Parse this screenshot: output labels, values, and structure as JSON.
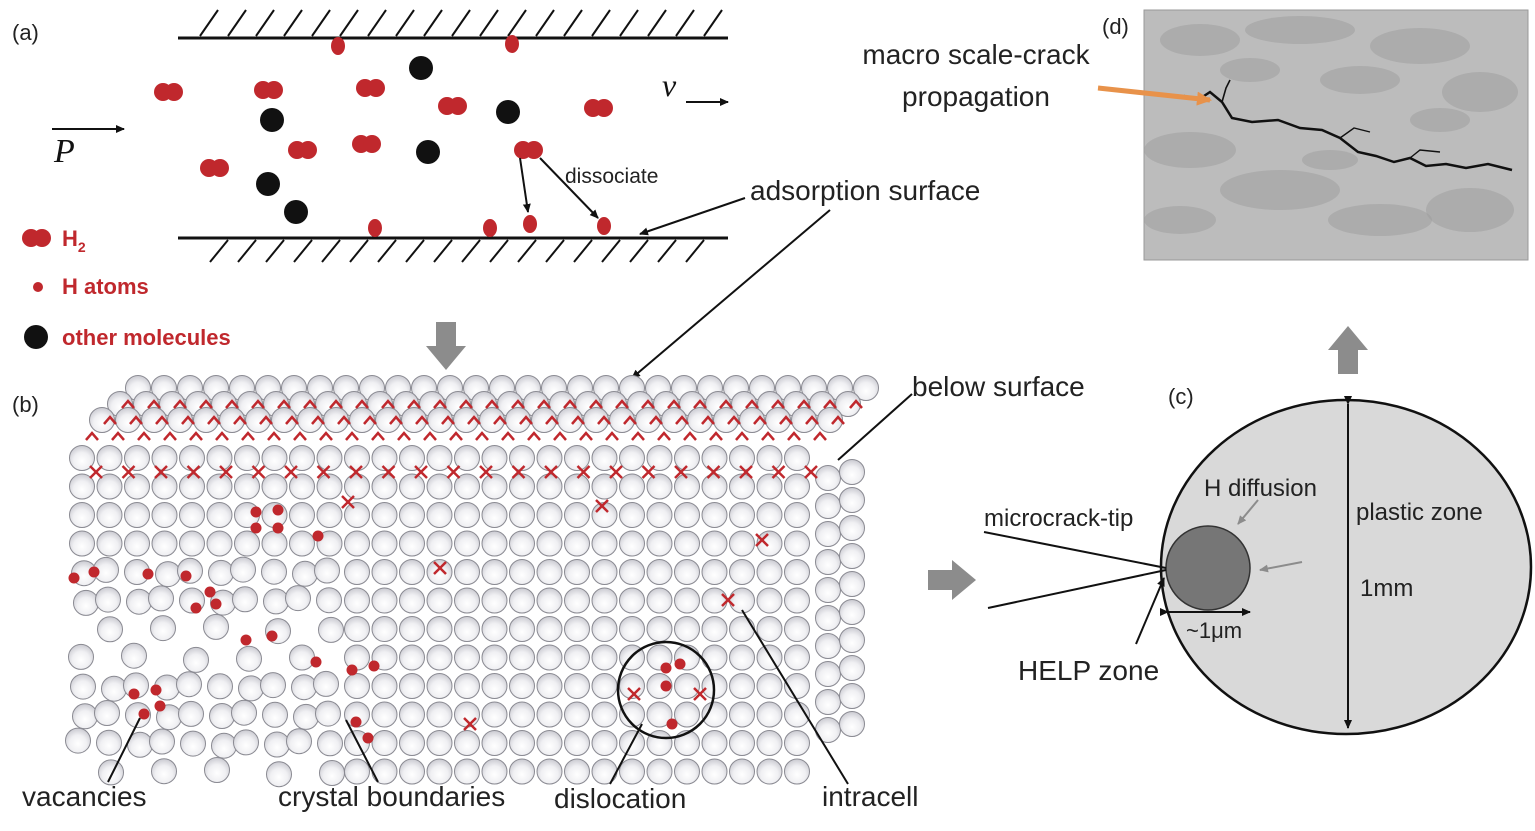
{
  "panels": {
    "a": "(a)",
    "b": "(b)",
    "c": "(c)",
    "d": "(d)"
  },
  "panel_a": {
    "pressure": "P",
    "velocity": "v",
    "dissociate": "dissociate",
    "adsorption": "adsorption surface"
  },
  "legend": {
    "h2": "H",
    "h2_sub": "2",
    "h_atoms": "H atoms",
    "other": "other molecules"
  },
  "panel_b": {
    "below_surface": "below surface",
    "vacancies": "vacancies",
    "crystal_boundaries": "crystal boundaries",
    "dislocation": "dislocation",
    "intracell": "intracell"
  },
  "panel_c": {
    "h_diffusion": "H diffusion",
    "microcrack_tip": "microcrack-tip",
    "plastic_zone": "plastic zone",
    "one_mm": "1mm",
    "one_um": "~1μm",
    "help_zone": "HELP zone"
  },
  "panel_d": {
    "line1": "macro scale-crack",
    "line2": "propagation"
  },
  "colors": {
    "hydrogen": "#c0282d",
    "other": "#111111",
    "atom": "#e6e6ea",
    "arrow_gray": "#8c8c8c",
    "plastic_fill": "#d9d9d9",
    "help_fill": "#767676",
    "photo_bg": "#bcbcbc",
    "crack": "#111111",
    "callout_arrow": "#e8924a"
  }
}
